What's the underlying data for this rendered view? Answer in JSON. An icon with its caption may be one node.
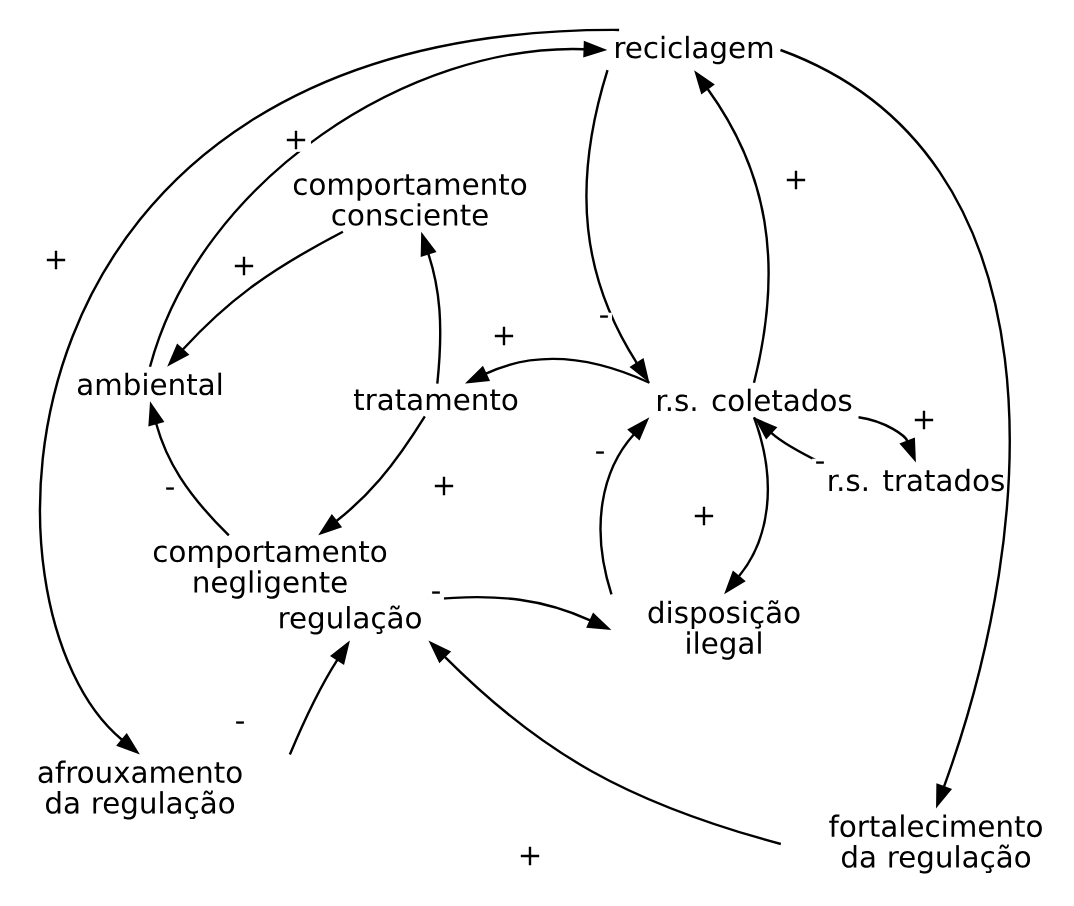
{
  "diagram": {
    "nodes": [
      {
        "text": [
          "reciclagem"
        ]
      },
      {
        "text": [
          "comportamento consciente"
        ]
      },
      {
        "text": [
          "ambiental"
        ]
      },
      {
        "text": [
          "tratamento"
        ]
      },
      {
        "text": [
          "r.s. coletados"
        ]
      },
      {
        "text": [
          "r.s. tratados"
        ]
      },
      {
        "text": [
          "comportamento negligente"
        ]
      },
      {
        "text": [
          "disposição ilegal"
        ]
      },
      {
        "text": [
          "regulação"
        ]
      },
      {
        "text": [
          "afrouxamento da regulação"
        ]
      },
      {
        "text": [
          "fortalecimento da regulação"
        ]
      }
    ],
    "edges": [
      {
        "from": 2,
        "to": 0,
        "arrow": "to",
        "label": "+"
      },
      {
        "from": 0,
        "to": 9,
        "arrow": "to",
        "label": "+"
      },
      {
        "from": 1,
        "to": 2,
        "arrow": "to",
        "label": "+"
      },
      {
        "from": 3,
        "to": 1,
        "arrow": "to"
      },
      {
        "from": 4,
        "to": 3,
        "arrow": "to",
        "label": "+"
      },
      {
        "from": 0,
        "to": 4,
        "arrow": "to",
        "label": "-"
      },
      {
        "from": 4,
        "to": 0,
        "arrow": "to",
        "label": "+"
      },
      {
        "from": 0,
        "to": 10,
        "arrow": "to"
      },
      {
        "from": 4,
        "to": 5,
        "arrow": "to",
        "label": "+"
      },
      {
        "from": 5,
        "to": 4,
        "arrow": "to",
        "label": "-"
      },
      {
        "from": 4,
        "to": 7,
        "arrow": "to",
        "label": "+"
      },
      {
        "from": 7,
        "to": 4,
        "arrow": "to",
        "label": "-"
      },
      {
        "from": 3,
        "to": 6,
        "arrow": "to",
        "label": "+"
      },
      {
        "from": 6,
        "to": 2,
        "arrow": "to",
        "label": "-"
      },
      {
        "from": 8,
        "to": 7,
        "arrow": "to",
        "label": "-"
      },
      {
        "from": 9,
        "to": 8,
        "arrow": "to",
        "label": "-"
      },
      {
        "from": 10,
        "to": 8,
        "arrow": "to",
        "label": "+"
      }
    ]
  }
}
